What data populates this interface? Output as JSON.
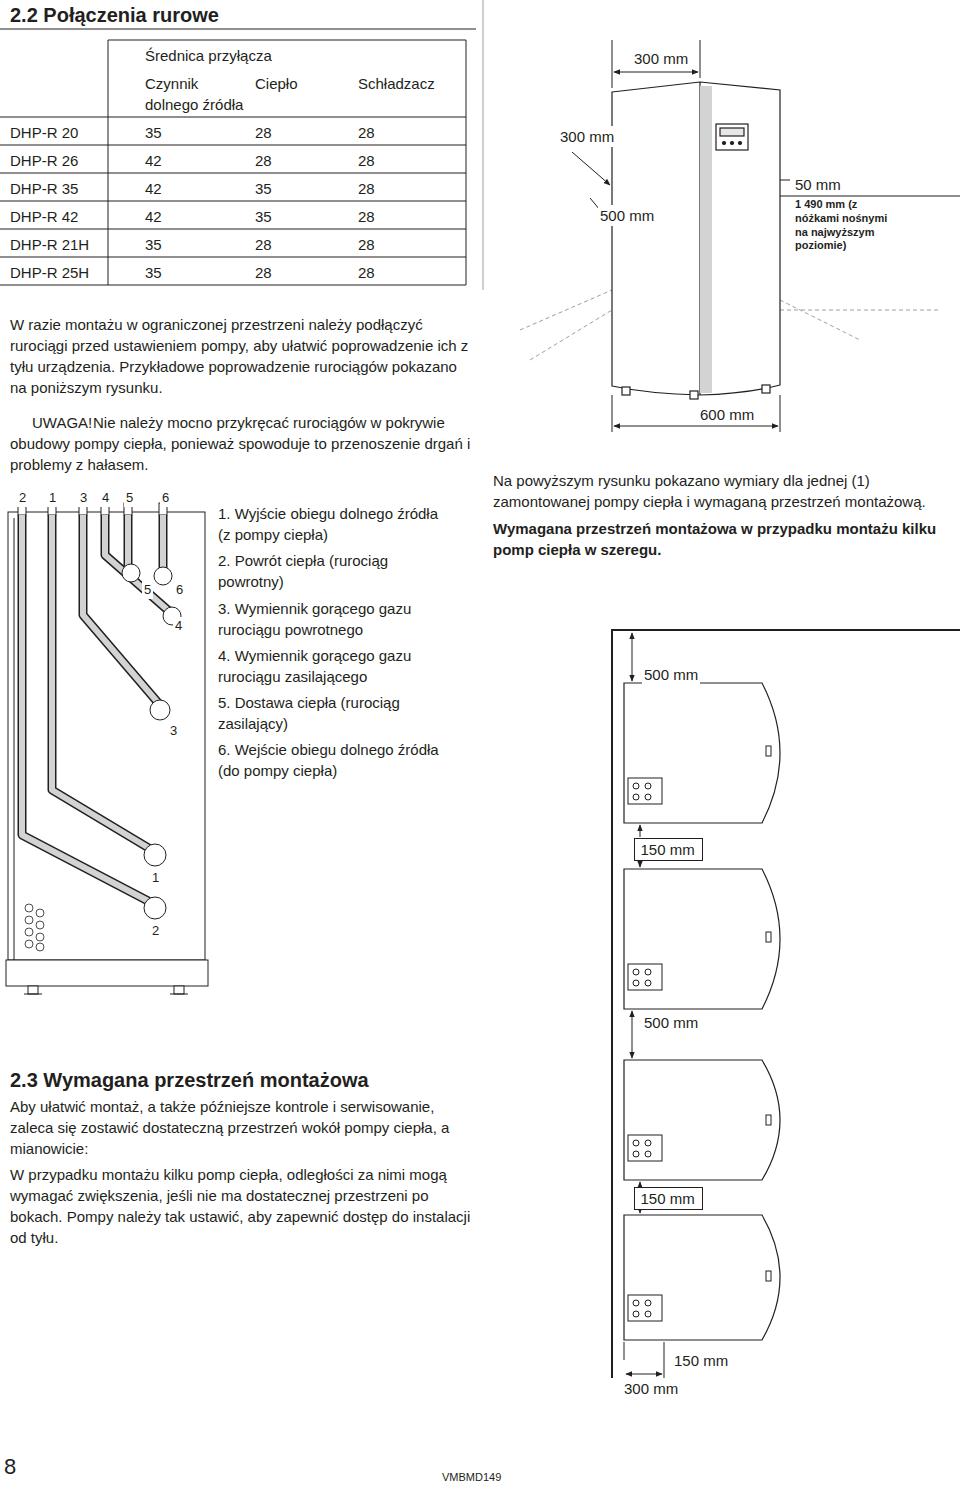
{
  "diagram": {
    "title": "2.2 Połączenia rurowe",
    "nodes": [
      {
        "text": [
          "150 mm"
        ]
      },
      {
        "text": [
          "150 mm"
        ]
      }
    ],
    "labels": [
      "Średnica przyłącza",
      "Czynnik dolnego źródła",
      "Ciepło",
      "Schładzacz",
      "DHP-R 20",
      "35",
      "28",
      "28",
      "DHP-R 26",
      "42",
      "28",
      "28",
      "DHP-R 35",
      "42",
      "35",
      "28",
      "DHP-R 42",
      "42",
      "35",
      "28",
      "DHP-R 21H",
      "35",
      "28",
      "28",
      "DHP-R 25H",
      "35",
      "28",
      "28",
      "300 mm",
      "300 mm",
      "500 mm",
      "50 mm",
      "1 490 mm (z nóżkami nośnymi na najwyższym poziomie)",
      "600 mm",
      "W razie montażu w ograniczonej przestrzeni należy podłączyć rurociągi przed ustawieniem pompy, aby ułatwić poprowadzenie ich z tyłu urządzenia. Przykładowe poprowadzenie rurociągów pokazano na poniższym rysunku.",
      "UWAGA!",
      "Nie należy mocno przykręcać rurociągów w pokrywie obudowy pompy ciepła, ponieważ spowoduje to przenoszenie drgań i problemy z hałasem.",
      "2",
      "1",
      "3",
      "4",
      "5",
      "6",
      "5",
      "6",
      "4",
      "3",
      "1",
      "2",
      "1. Wyjście obiegu dolnego źródła (z pompy ciepła)",
      "2. Powrót ciepła (rurociąg powrotny)",
      "3. Wymiennik gorącego gazu rurociągu powrotnego",
      "4. Wymiennik gorącego gazu rurociągu zasilającego",
      "5. Dostawa ciepła (rurociąg zasilający)",
      "6. Wejście obiegu dolnego źródła (do pompy ciepła)",
      "Na powyższym rysunku pokazano wymiary dla jednej (1) zamontowanej pompy ciepła i wymaganą przestrzeń montażową.",
      "Wymagana przestrzeń montażowa w przypadku montażu kilku pomp ciepła w szeregu.",
      "500 mm",
      "500 mm",
      "150 mm",
      "300 mm",
      "2.3 Wymagana przestrzeń montażowa",
      "Aby ułatwić montaż, a także późniejsze kontrole i serwisowanie, zaleca się zostawić dostateczną przestrzeń wokół pompy ciepła, a mianowicie:",
      "W przypadku montażu kilku pomp ciepła, odległości za nimi mogą wymagać zwiększenia, jeśli nie ma dostatecznej przestrzeni po bokach. Pompy należy tak ustawić, aby zapewnić dostęp do instalacji od tyłu.",
      "8",
      "VMBMD149"
    ]
  }
}
